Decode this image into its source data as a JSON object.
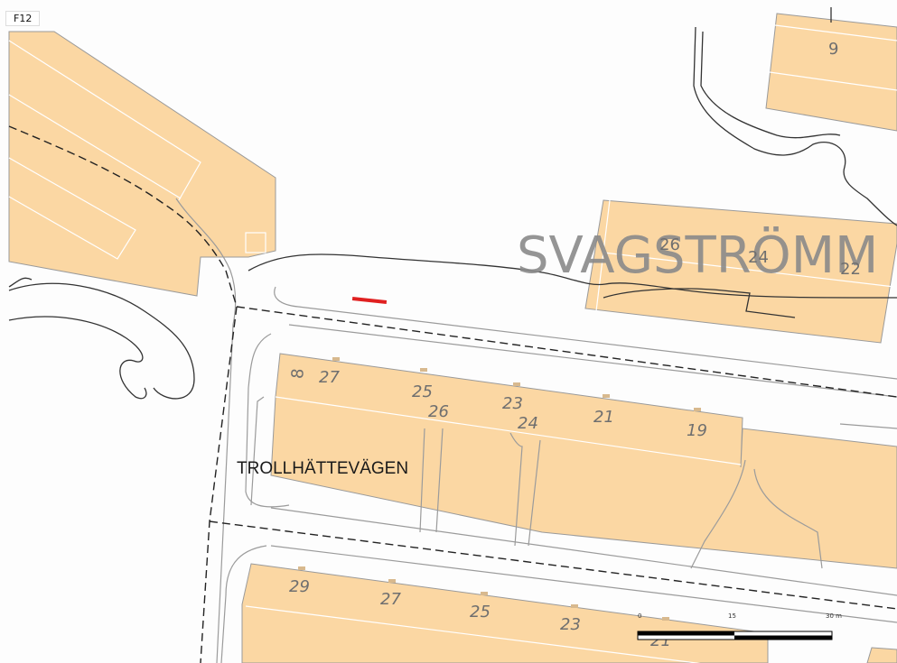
{
  "sheet_label": "F12",
  "streets": {
    "large": "SVAGSTRÖMM",
    "small": "TROLLHÄTTEVÄGEN"
  },
  "house_numbers": {
    "n8": "8",
    "n27a": "27",
    "n25a": "25",
    "n26": "26",
    "n23a": "23",
    "n24": "24",
    "n21a": "21",
    "n19": "19",
    "n29": "29",
    "n27b": "27",
    "n25b": "25",
    "n23b": "23",
    "n21b": "21",
    "n9": "9",
    "n26b": "26",
    "n24b": "24",
    "n22": "22"
  },
  "scale_bar": {
    "tick_0": "0",
    "tick_15": "15",
    "tick_30": "30 m"
  },
  "colors": {
    "building": "#fbd7a3",
    "marker": "#e02020"
  }
}
